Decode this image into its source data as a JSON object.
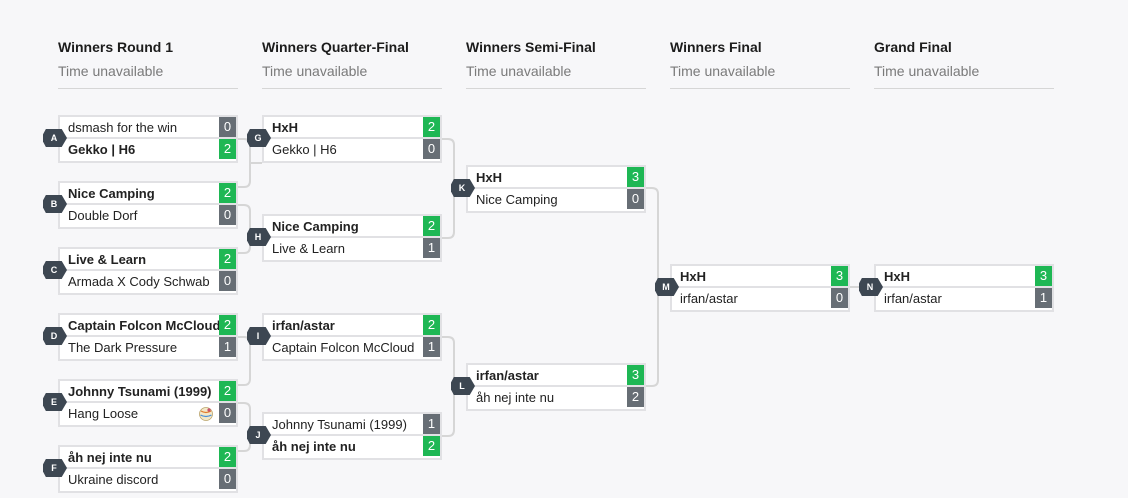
{
  "columns": [
    {
      "title": "Winners Round 1",
      "time": "Time unavailable"
    },
    {
      "title": "Winners Quarter-Final",
      "time": "Time unavailable"
    },
    {
      "title": "Winners Semi-Final",
      "time": "Time unavailable"
    },
    {
      "title": "Winners Final",
      "time": "Time unavailable"
    },
    {
      "title": "Grand Final",
      "time": "Time unavailable"
    }
  ],
  "matches": {
    "A": {
      "label": "A",
      "p1": {
        "name": "dsmash for the win",
        "score": "0"
      },
      "p2": {
        "name": "Gekko | H6",
        "score": "2"
      }
    },
    "B": {
      "label": "B",
      "p1": {
        "name": "Nice Camping",
        "score": "2"
      },
      "p2": {
        "name": "Double Dorf",
        "score": "0"
      }
    },
    "C": {
      "label": "C",
      "p1": {
        "name": "Live & Learn",
        "score": "2"
      },
      "p2": {
        "name": "Armada X Cody Schwab",
        "score": "0"
      }
    },
    "D": {
      "label": "D",
      "p1": {
        "name": "Captain Folcon McCloud",
        "score": "2"
      },
      "p2": {
        "name": "The Dark Pressure",
        "score": "1"
      }
    },
    "E": {
      "label": "E",
      "p1": {
        "name": "Johnny Tsunami (1999)",
        "score": "2"
      },
      "p2": {
        "name": "Hang Loose",
        "score": "0"
      }
    },
    "F": {
      "label": "F",
      "p1": {
        "name": "åh nej inte nu",
        "score": "2"
      },
      "p2": {
        "name": "Ukraine discord",
        "score": "0"
      }
    },
    "G": {
      "label": "G",
      "p1": {
        "name": "HxH",
        "score": "2"
      },
      "p2": {
        "name": "Gekko | H6",
        "score": "0"
      }
    },
    "H": {
      "label": "H",
      "p1": {
        "name": "Nice Camping",
        "score": "2"
      },
      "p2": {
        "name": "Live & Learn",
        "score": "1"
      }
    },
    "I": {
      "label": "I",
      "p1": {
        "name": "irfan/astar",
        "score": "2"
      },
      "p2": {
        "name": "Captain Folcon McCloud",
        "score": "1"
      }
    },
    "J": {
      "label": "J",
      "p1": {
        "name": "Johnny Tsunami (1999)",
        "score": "1"
      },
      "p2": {
        "name": "åh nej inte nu",
        "score": "2"
      }
    },
    "K": {
      "label": "K",
      "p1": {
        "name": "HxH",
        "score": "3"
      },
      "p2": {
        "name": "Nice Camping",
        "score": "0"
      }
    },
    "L": {
      "label": "L",
      "p1": {
        "name": "irfan/astar",
        "score": "3"
      },
      "p2": {
        "name": "åh nej inte nu",
        "score": "2"
      }
    },
    "M": {
      "label": "M",
      "p1": {
        "name": "HxH",
        "score": "3"
      },
      "p2": {
        "name": "irfan/astar",
        "score": "0"
      }
    },
    "N": {
      "label": "N",
      "p1": {
        "name": "HxH",
        "score": "3"
      },
      "p2": {
        "name": "irfan/astar",
        "score": "1"
      }
    }
  },
  "colors": {
    "win": "#1eb754",
    "loss": "#676e75",
    "badge": "#3d4752",
    "line": "#d6d6d6"
  }
}
